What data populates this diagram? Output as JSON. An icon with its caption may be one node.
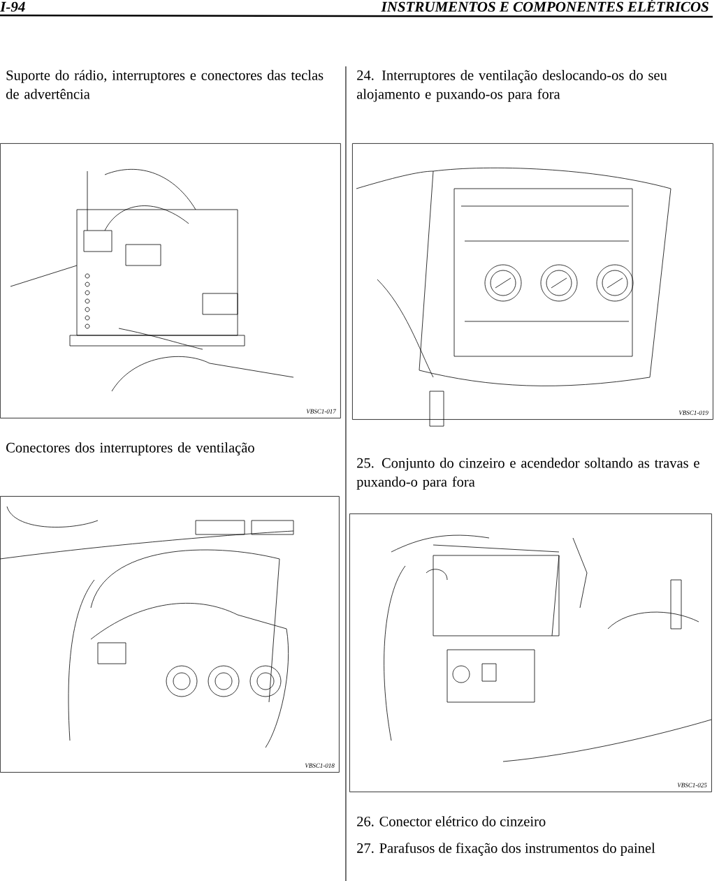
{
  "diagram": {
    "title": "INSTRUMENTOS E COMPONENTES ELÉTRICOS",
    "nodes": [
      {
        "text": [
          "VBSC1-017"
        ]
      },
      {
        "text": [
          "VBSC1-019"
        ]
      },
      {
        "text": [
          "VBSC1-018"
        ]
      },
      {
        "text": [
          "VBSC1-025"
        ]
      }
    ],
    "edges": [],
    "labels": [
      "I-94",
      "Suporte do rádio, interruptores e conectores das teclas de advertência",
      "24. Interruptores de ventilação deslocando-os do seu alojamento e puxando-os para fora",
      "Conectores dos interruptores de ventilação",
      "25. Conjunto do cinzeiro e acendedor soltando as travas e puxando-o para fora",
      "26. Conector elétrico do cinzeiro",
      "27. Parafusos de fixação dos instrumentos do painel"
    ]
  }
}
